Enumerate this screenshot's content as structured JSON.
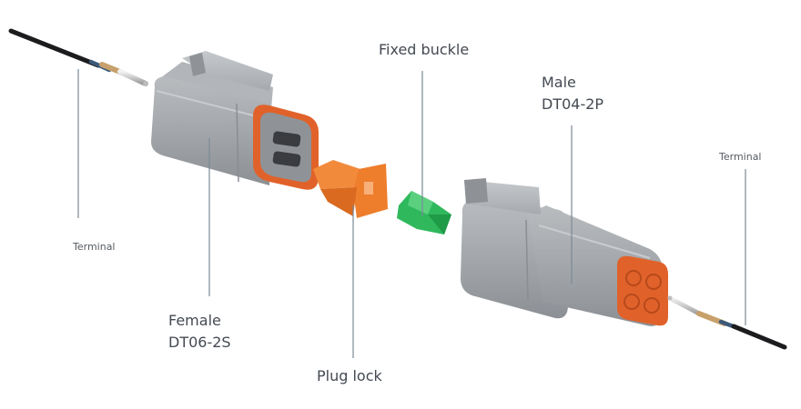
{
  "labels": {
    "fixed_buckle": "Fixed buckle",
    "male_line1": "Male",
    "male_line2": "DT04-2P",
    "terminal_right": "Terminal",
    "terminal_left": "Terminal",
    "female_line1": "Female",
    "female_line2": "DT06-2S",
    "plug_lock": "Plug lock"
  },
  "colors": {
    "housing_gray": "#a4a8ac",
    "seal_orange": "#e0622a",
    "plug_lock_orange": "#f28a3c",
    "fixed_buckle_green": "#2fb85c",
    "wire_black": "#1c1c1e",
    "terminal_brass": "#c7a06b"
  }
}
